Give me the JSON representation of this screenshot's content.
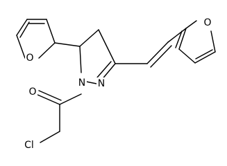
{
  "diagram": {
    "type": "chemical-structure",
    "atom_labels": {
      "furan_left_o": "O",
      "furan_right_o": "O",
      "ring_n1": "N",
      "ring_n2": "N",
      "carbonyl_o": "O",
      "chlorine": "Cl"
    },
    "colors": {
      "bond": "#000000",
      "text": "#000000",
      "background": "#ffffff"
    }
  }
}
